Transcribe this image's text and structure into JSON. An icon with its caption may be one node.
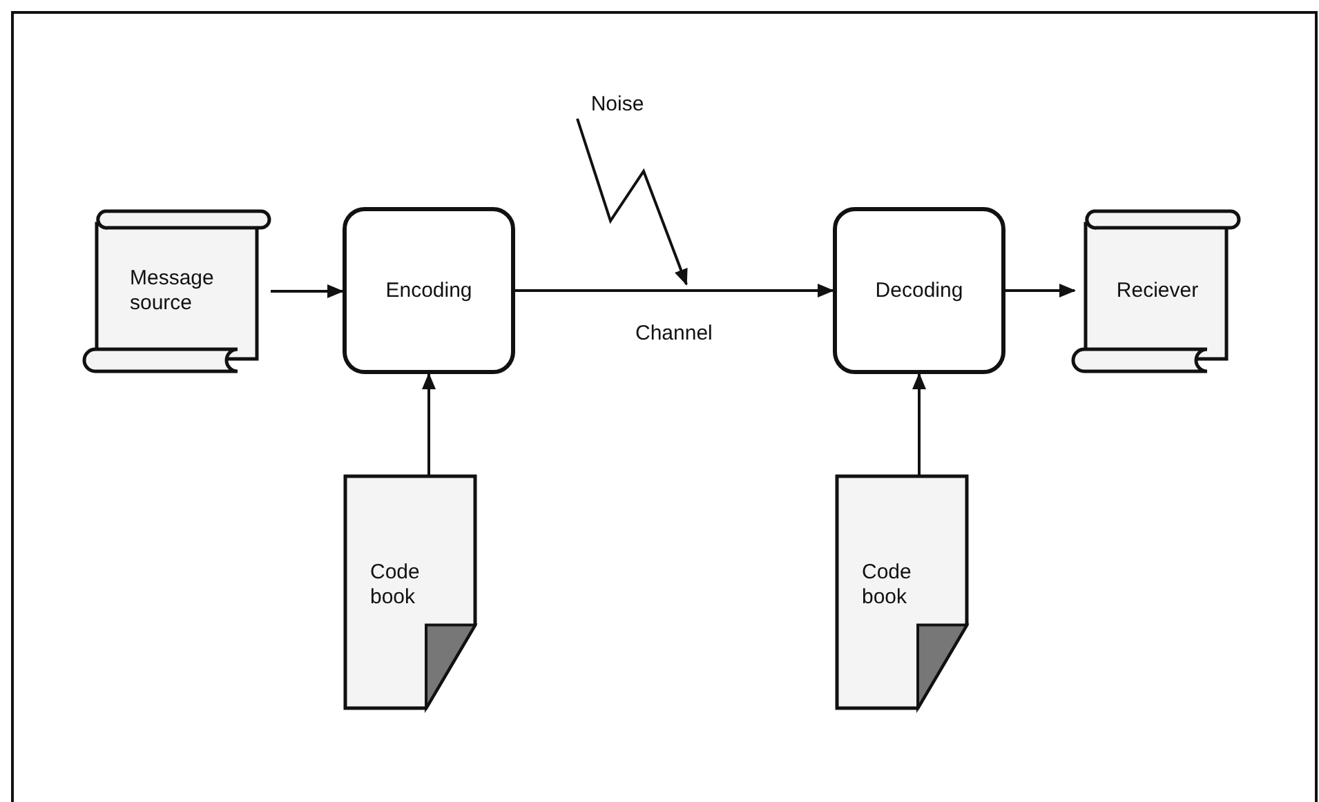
{
  "diagram": {
    "nodes": [
      {
        "text": [
          "Message source"
        ]
      },
      {
        "text": [
          "Encoding"
        ]
      },
      {
        "text": [
          "Decoding"
        ]
      },
      {
        "text": [
          "Reciever"
        ]
      },
      {
        "text": [
          "Code book"
        ]
      },
      {
        "text": [
          "Code book"
        ]
      },
      {
        "text": [
          "Noise"
        ]
      }
    ],
    "edges": [
      {
        "from": 0,
        "to": 1,
        "arrow": "to"
      },
      {
        "from": 1,
        "to": 2,
        "arrow": "to",
        "label": "Channel"
      },
      {
        "from": 2,
        "to": 3,
        "arrow": "to"
      },
      {
        "from": 4,
        "to": 1,
        "arrow": "to"
      },
      {
        "from": 5,
        "to": 2,
        "arrow": "to"
      },
      {
        "from": 6,
        "to": null,
        "arrow": "to"
      }
    ]
  }
}
